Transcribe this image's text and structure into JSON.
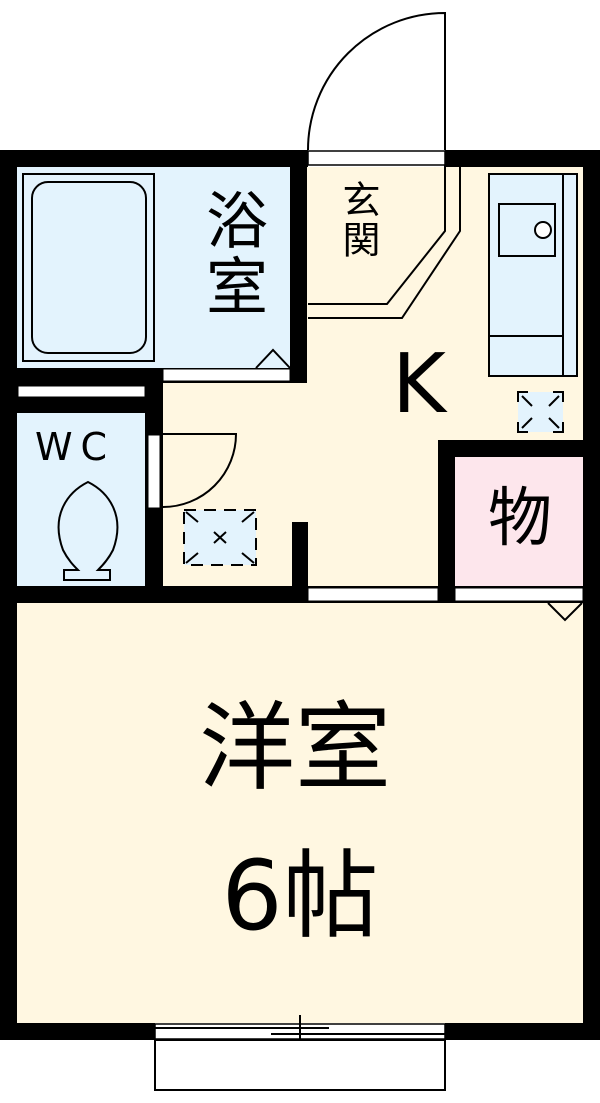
{
  "colors": {
    "wall": "#000000",
    "wet_area": "#e3f3fd",
    "living_area": "#fff7e1",
    "storage": "#fde6ec",
    "background": "#ffffff"
  },
  "rooms": {
    "bath": {
      "label": "浴室"
    },
    "entrance": {
      "label": "玄関"
    },
    "kitchen": {
      "label": "K"
    },
    "toilet": {
      "label": "WC"
    },
    "storage": {
      "label": "物"
    },
    "western_room": {
      "label": "洋室",
      "size": "6帖"
    }
  },
  "fixtures": [
    "bathtub",
    "kitchen-sink-counter",
    "toilet",
    "washing-machine-space",
    "refrigerator-space",
    "entry-door",
    "toilet-door",
    "sliding-window"
  ]
}
